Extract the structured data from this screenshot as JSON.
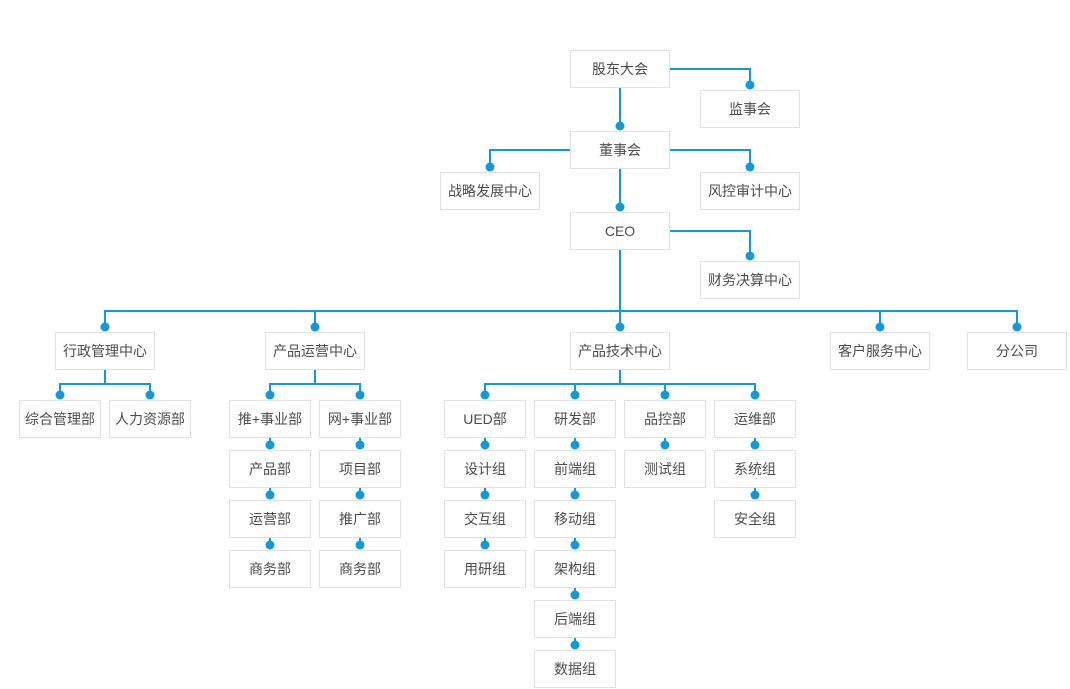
{
  "colors": {
    "connector": "#1499d6",
    "node_border": "#e2e2e2",
    "node_bg": "#ffffff",
    "node_text": "#4d4d4d",
    "page_bg": "#ffffff"
  },
  "nodes": {
    "shareholders": {
      "label": "股东大会"
    },
    "supervisory": {
      "label": "监事会"
    },
    "board": {
      "label": "董事会"
    },
    "strategy": {
      "label": "战略发展中心"
    },
    "risk_audit": {
      "label": "风控审计中心"
    },
    "ceo": {
      "label": "CEO"
    },
    "finance": {
      "label": "财务决算中心"
    },
    "admin_center": {
      "label": "行政管理中心"
    },
    "general_mgmt": {
      "label": "综合管理部"
    },
    "hr": {
      "label": "人力资源部"
    },
    "ops_center": {
      "label": "产品运营中心"
    },
    "tui_division": {
      "label": "推+事业部"
    },
    "product_dept": {
      "label": "产品部"
    },
    "operation_dept": {
      "label": "运营部"
    },
    "business_dept_tui": {
      "label": "商务部"
    },
    "wang_division": {
      "label": "网+事业部"
    },
    "project_dept": {
      "label": "项目部"
    },
    "promotion_dept": {
      "label": "推广部"
    },
    "business_dept_wang": {
      "label": "商务部"
    },
    "tech_center": {
      "label": "产品技术中心"
    },
    "ued_dept": {
      "label": "UED部"
    },
    "design_group": {
      "label": "设计组"
    },
    "interaction_group": {
      "label": "交互组"
    },
    "research_group": {
      "label": "用研组"
    },
    "rd_dept": {
      "label": "研发部"
    },
    "frontend_group": {
      "label": "前端组"
    },
    "mobile_group": {
      "label": "移动组"
    },
    "architecture_group": {
      "label": "架构组"
    },
    "backend_group": {
      "label": "后端组"
    },
    "data_group": {
      "label": "数据组"
    },
    "qc_dept": {
      "label": "品控部"
    },
    "testing_group": {
      "label": "测试组"
    },
    "ops_dept": {
      "label": "运维部"
    },
    "system_group": {
      "label": "系统组"
    },
    "security_group": {
      "label": "安全组"
    },
    "service_center": {
      "label": "客户服务中心"
    },
    "branch": {
      "label": "分公司"
    }
  },
  "structure": {
    "id": "shareholders",
    "children": [
      {
        "id": "supervisory"
      },
      {
        "id": "board",
        "children": [
          {
            "id": "strategy"
          },
          {
            "id": "risk_audit"
          },
          {
            "id": "ceo",
            "children": [
              {
                "id": "finance"
              },
              {
                "id": "admin_center",
                "children": [
                  {
                    "id": "general_mgmt"
                  },
                  {
                    "id": "hr"
                  }
                ]
              },
              {
                "id": "ops_center",
                "children": [
                  {
                    "id": "tui_division",
                    "children": [
                      {
                        "id": "product_dept",
                        "children": [
                          {
                            "id": "operation_dept",
                            "children": [
                              {
                                "id": "business_dept_tui"
                              }
                            ]
                          }
                        ]
                      }
                    ]
                  },
                  {
                    "id": "wang_division",
                    "children": [
                      {
                        "id": "project_dept",
                        "children": [
                          {
                            "id": "promotion_dept",
                            "children": [
                              {
                                "id": "business_dept_wang"
                              }
                            ]
                          }
                        ]
                      }
                    ]
                  }
                ]
              },
              {
                "id": "tech_center",
                "children": [
                  {
                    "id": "ued_dept",
                    "children": [
                      {
                        "id": "design_group",
                        "children": [
                          {
                            "id": "interaction_group",
                            "children": [
                              {
                                "id": "research_group"
                              }
                            ]
                          }
                        ]
                      }
                    ]
                  },
                  {
                    "id": "rd_dept",
                    "children": [
                      {
                        "id": "frontend_group",
                        "children": [
                          {
                            "id": "mobile_group",
                            "children": [
                              {
                                "id": "architecture_group",
                                "children": [
                                  {
                                    "id": "backend_group",
                                    "children": [
                                      {
                                        "id": "data_group"
                                      }
                                    ]
                                  }
                                ]
                              }
                            ]
                          }
                        ]
                      }
                    ]
                  },
                  {
                    "id": "qc_dept",
                    "children": [
                      {
                        "id": "testing_group"
                      }
                    ]
                  },
                  {
                    "id": "ops_dept",
                    "children": [
                      {
                        "id": "system_group",
                        "children": [
                          {
                            "id": "security_group"
                          }
                        ]
                      }
                    ]
                  }
                ]
              },
              {
                "id": "service_center"
              },
              {
                "id": "branch"
              }
            ]
          }
        ]
      }
    ]
  }
}
